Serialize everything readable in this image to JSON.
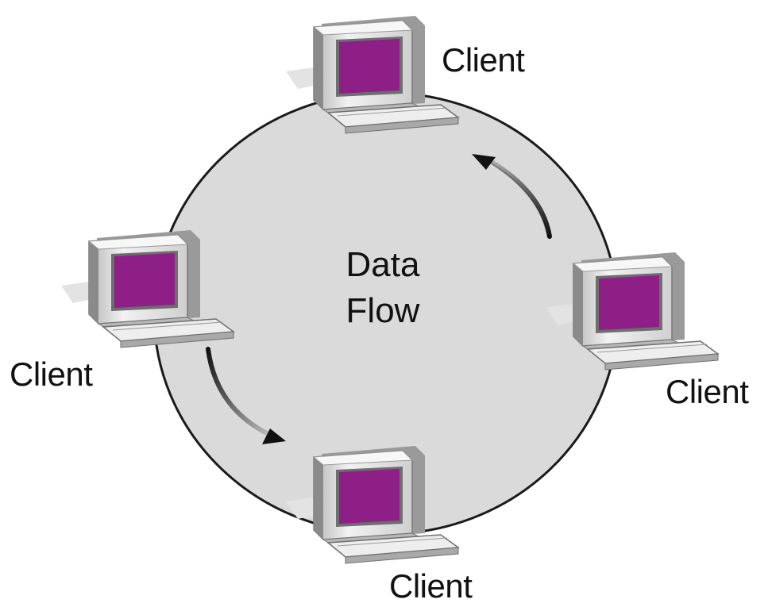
{
  "diagram": {
    "center_label_line1": "Data",
    "center_label_line2": "Flow",
    "clients": [
      {
        "label": "Client"
      },
      {
        "label": "Client"
      },
      {
        "label": "Client"
      },
      {
        "label": "Client"
      }
    ],
    "colors": {
      "ring_fill": "#dadadb",
      "ring_stroke": "#1a1a1a",
      "screen": "#8e1f87",
      "case_light": "#ececec",
      "case_mid": "#c8c8c8",
      "case_dark": "#8f8f8f",
      "arrow": "#111111"
    }
  }
}
